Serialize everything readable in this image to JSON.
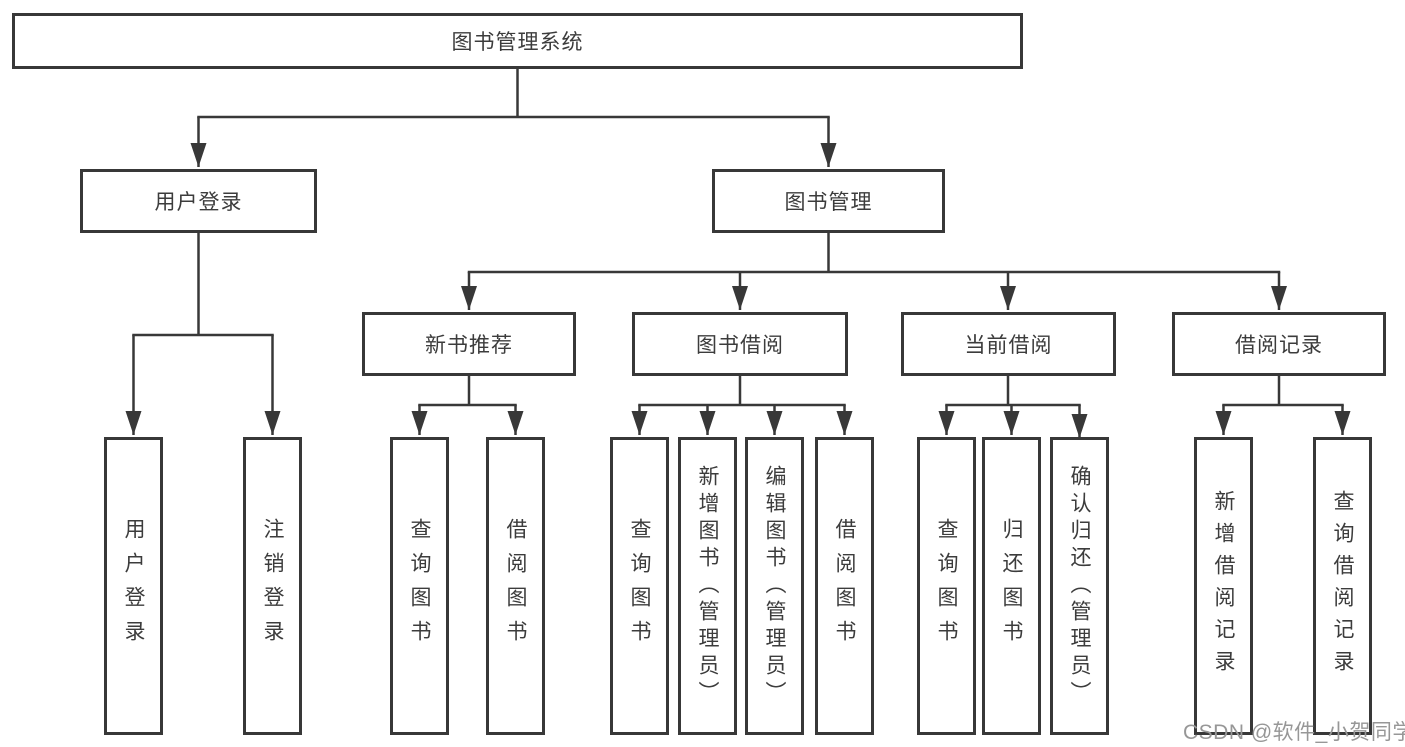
{
  "diagram": {
    "title_node": "图书管理系统",
    "level1": [
      {
        "label": "用户登录"
      },
      {
        "label": "图书管理"
      }
    ],
    "level2": [
      {
        "label": "新书推荐"
      },
      {
        "label": "图书借阅"
      },
      {
        "label": "当前借阅"
      },
      {
        "label": "借阅记录"
      }
    ],
    "leaves": {
      "user_login": [
        "用户登录",
        "注销登录"
      ],
      "new_book_recommend": [
        "查询图书",
        "借阅图书"
      ],
      "book_borrow": [
        "查询图书",
        "新增图书（管理员）",
        "编辑图书（管理员）",
        "借阅图书"
      ],
      "current_borrow": [
        "查询图书",
        "归还图书",
        "确认归还（管理员）"
      ],
      "borrow_records": [
        "新增借阅记录",
        "查询借阅记录"
      ]
    }
  },
  "watermark": {
    "text": "CSDN @软件_小贺同学"
  },
  "colors": {
    "line": "#383838",
    "box_border": "#383838",
    "box_background": "#ffffff",
    "text": "#3c3c3c",
    "watermark": "#979797",
    "page_background": "#ffffff"
  }
}
